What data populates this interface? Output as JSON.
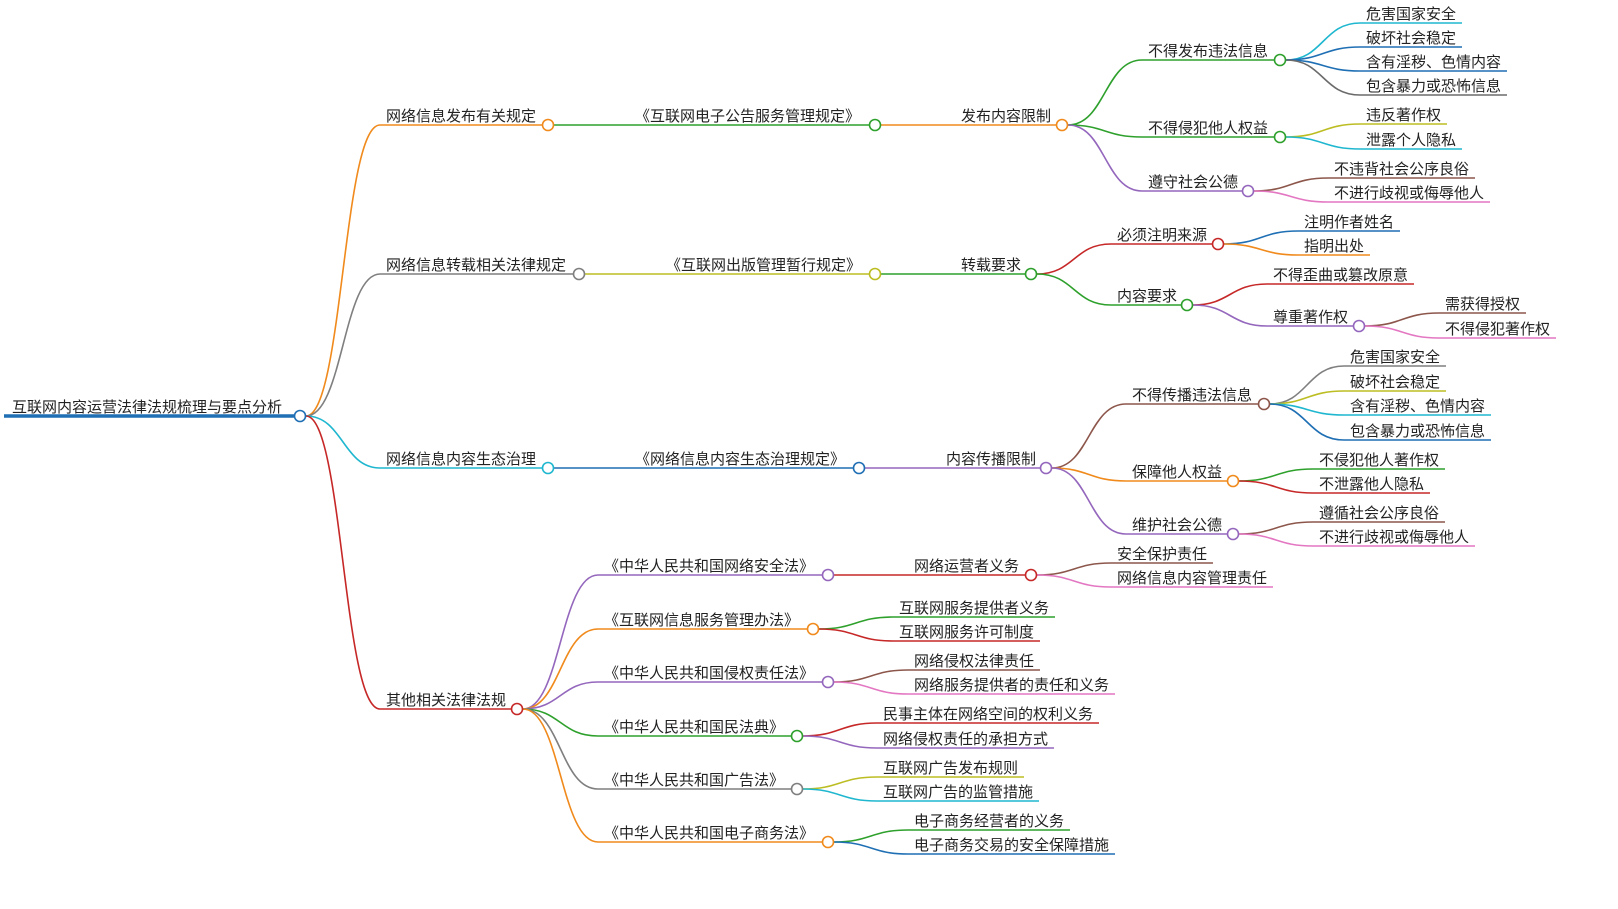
{
  "mindmap": {
    "root": {
      "label": "互联网内容运营法律法规梳理与要点分析",
      "color": "#1f6fb4",
      "children": [
        {
          "label": "网络信息发布有关规定",
          "color": "#f08a1c",
          "children": [
            {
              "label": "《互联网电子公告服务管理规定》",
              "color": "#2ea02c",
              "children": [
                {
                  "label": "发布内容限制",
                  "color": "#f08a1c",
                  "children": [
                    {
                      "label": "不得发布违法信息",
                      "color": "#2ea02c",
                      "children": [
                        {
                          "label": "危害国家安全",
                          "color": "#1fb7cf"
                        },
                        {
                          "label": "破坏社会稳定",
                          "color": "#1f6fb4"
                        },
                        {
                          "label": "含有淫秽、色情内容",
                          "color": "#1f6fb4"
                        },
                        {
                          "label": "包含暴力或恐怖信息",
                          "color": "#6b6b6b"
                        }
                      ]
                    },
                    {
                      "label": "不得侵犯他人权益",
                      "color": "#2ea02c",
                      "children": [
                        {
                          "label": "违反著作权",
                          "color": "#bcbd22"
                        },
                        {
                          "label": "泄露个人隐私",
                          "color": "#1fb7cf"
                        }
                      ]
                    },
                    {
                      "label": "遵守社会公德",
                      "color": "#9467bd",
                      "children": [
                        {
                          "label": "不违背社会公序良俗",
                          "color": "#8c564b"
                        },
                        {
                          "label": "不进行歧视或侮辱他人",
                          "color": "#e377c2"
                        }
                      ]
                    }
                  ]
                }
              ]
            }
          ]
        },
        {
          "label": "网络信息转载相关法律规定",
          "color": "#7f7f7f",
          "children": [
            {
              "label": "《互联网出版管理暂行规定》",
              "color": "#bcbd22",
              "children": [
                {
                  "label": "转载要求",
                  "color": "#2ea02c",
                  "children": [
                    {
                      "label": "必须注明来源",
                      "color": "#c62828",
                      "children": [
                        {
                          "label": "注明作者姓名",
                          "color": "#1f6fb4"
                        },
                        {
                          "label": "指明出处",
                          "color": "#f08a1c"
                        }
                      ]
                    },
                    {
                      "label": "内容要求",
                      "color": "#2ea02c",
                      "children": [
                        {
                          "label": "不得歪曲或篡改原意",
                          "color": "#c62828"
                        },
                        {
                          "label": "尊重著作权",
                          "color": "#9467bd",
                          "children": [
                            {
                              "label": "需获得授权",
                              "color": "#8c564b"
                            },
                            {
                              "label": "不得侵犯著作权",
                              "color": "#e377c2"
                            }
                          ]
                        }
                      ]
                    }
                  ]
                }
              ]
            }
          ]
        },
        {
          "label": "网络信息内容生态治理",
          "color": "#1fb7cf",
          "children": [
            {
              "label": "《网络信息内容生态治理规定》",
              "color": "#1f6fb4",
              "children": [
                {
                  "label": "内容传播限制",
                  "color": "#9467bd",
                  "children": [
                    {
                      "label": "不得传播违法信息",
                      "color": "#8c564b",
                      "children": [
                        {
                          "label": "危害国家安全",
                          "color": "#7f7f7f"
                        },
                        {
                          "label": "破坏社会稳定",
                          "color": "#bcbd22"
                        },
                        {
                          "label": "含有淫秽、色情内容",
                          "color": "#1fb7cf"
                        },
                        {
                          "label": "包含暴力或恐怖信息",
                          "color": "#1f6fb4"
                        }
                      ]
                    },
                    {
                      "label": "保障他人权益",
                      "color": "#f08a1c",
                      "children": [
                        {
                          "label": "不侵犯他人著作权",
                          "color": "#2ea02c"
                        },
                        {
                          "label": "不泄露他人隐私",
                          "color": "#c62828"
                        }
                      ]
                    },
                    {
                      "label": "维护社会公德",
                      "color": "#9467bd",
                      "children": [
                        {
                          "label": "遵循社会公序良俗",
                          "color": "#8c564b"
                        },
                        {
                          "label": "不进行歧视或侮辱他人",
                          "color": "#e377c2"
                        }
                      ]
                    }
                  ]
                }
              ]
            }
          ]
        },
        {
          "label": "其他相关法律法规",
          "color": "#c62828",
          "children": [
            {
              "label": "《中华人民共和国网络安全法》",
              "color": "#9467bd",
              "children": [
                {
                  "label": "网络运营者义务",
                  "color": "#c62828",
                  "children": [
                    {
                      "label": "安全保护责任",
                      "color": "#8c564b"
                    },
                    {
                      "label": "网络信息内容管理责任",
                      "color": "#e377c2"
                    }
                  ]
                }
              ]
            },
            {
              "label": "《互联网信息服务管理办法》",
              "color": "#f08a1c",
              "children": [
                {
                  "label": "互联网服务提供者义务",
                  "color": "#2ea02c"
                },
                {
                  "label": "互联网服务许可制度",
                  "color": "#c62828"
                }
              ]
            },
            {
              "label": "《中华人民共和国侵权责任法》",
              "color": "#9467bd",
              "children": [
                {
                  "label": "网络侵权法律责任",
                  "color": "#8c564b"
                },
                {
                  "label": "网络服务提供者的责任和义务",
                  "color": "#e377c2"
                }
              ]
            },
            {
              "label": "《中华人民共和国民法典》",
              "color": "#2ea02c",
              "children": [
                {
                  "label": "民事主体在网络空间的权利义务",
                  "color": "#c62828"
                },
                {
                  "label": "网络侵权责任的承担方式",
                  "color": "#9467bd"
                }
              ]
            },
            {
              "label": "《中华人民共和国广告法》",
              "color": "#7f7f7f",
              "children": [
                {
                  "label": "互联网广告发布规则",
                  "color": "#bcbd22"
                },
                {
                  "label": "互联网广告的监管措施",
                  "color": "#1fb7cf"
                }
              ]
            },
            {
              "label": "《中华人民共和国电子商务法》",
              "color": "#f08a1c",
              "children": [
                {
                  "label": "电子商务经营者的义务",
                  "color": "#2ea02c"
                },
                {
                  "label": "电子商务交易的安全保障措施",
                  "color": "#1f6fb4"
                }
              ]
            }
          ]
        }
      ]
    }
  }
}
